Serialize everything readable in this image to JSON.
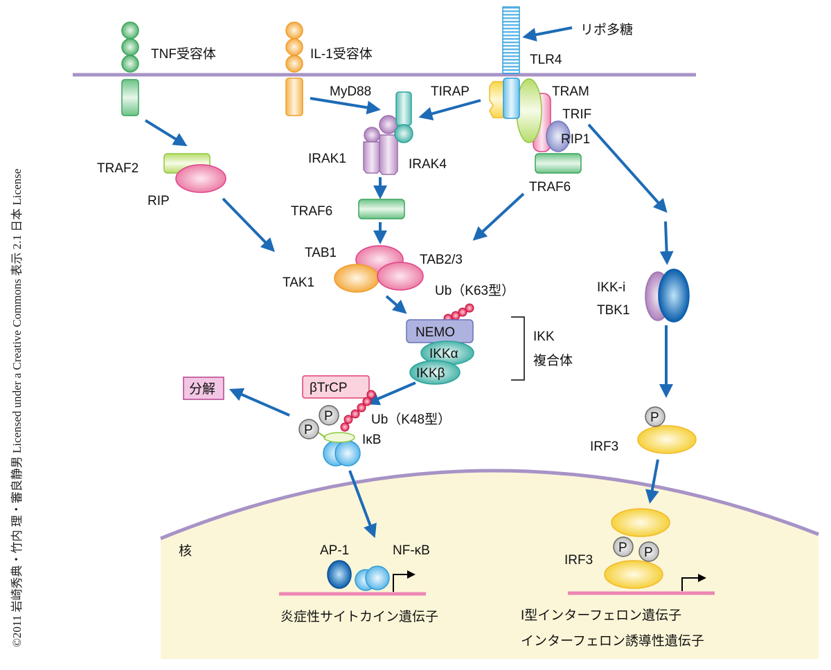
{
  "copyright": "©2011 岩崎秀典・竹内 理・審良静男 Licensed under a Creative Commons 表示 2.1 日本 License",
  "colors": {
    "membrane": "#a793c6",
    "arrow": "#1d6bb6",
    "nucleus": "#fcf6d8",
    "dna": "#ec86b4"
  },
  "labels": {
    "tnf_receptor": "TNF受容体",
    "il1_receptor": "IL-1受容体",
    "lps": "リポ多糖",
    "tlr4": "TLR4",
    "myd88": "MyD88",
    "tirap": "TIRAP",
    "tram": "TRAM",
    "trif": "TRIF",
    "rip1": "RIP1",
    "traf6_right": "TRAF6",
    "irak1": "IRAK1",
    "irak4": "IRAK4",
    "traf6_center": "TRAF6",
    "traf2": "TRAF2",
    "rip": "RIP",
    "tab1": "TAB1",
    "tab23": "TAB2/3",
    "tak1": "TAK1",
    "ub_k63": "Ub（K63型）",
    "nemo": "NEMO",
    "ikk_alpha": "IKKα",
    "ikk_beta": "IKKβ",
    "ikk": "IKK",
    "complex": "複合体",
    "btrcp": "βTrCP",
    "degradation": "分解",
    "ub_k48": "Ub（K48型）",
    "p": "P",
    "ikb": "IκB",
    "ikk_i": "IKK-i",
    "tbk1": "TBK1",
    "irf3": "IRF3",
    "nucleus": "核",
    "ap1": "AP-1",
    "nfkb": "NF-κB",
    "inflammatory_genes": "炎症性サイトカイン遺伝子",
    "type1_ifn_genes": "I型インターフェロン遺伝子",
    "ifn_inducible_genes": "インターフェロン誘導性遺伝子"
  }
}
